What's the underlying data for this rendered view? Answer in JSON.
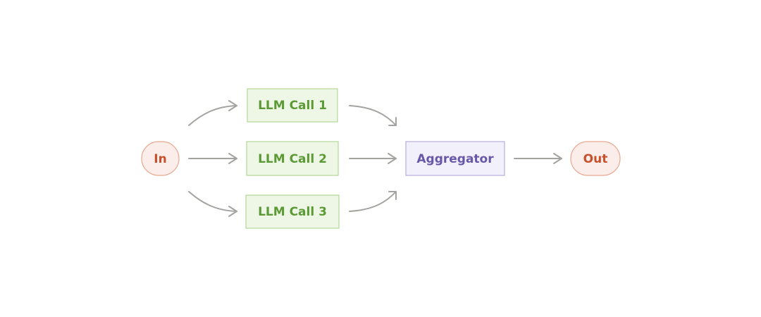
{
  "diagram": {
    "nodes": {
      "input": {
        "label": "In"
      },
      "llm_calls": [
        {
          "label": "LLM Call 1"
        },
        {
          "label": "LLM Call 2"
        },
        {
          "label": "LLM Call 3"
        }
      ],
      "aggregator": {
        "label": "Aggregator"
      },
      "output": {
        "label": "Out"
      }
    },
    "colors": {
      "terminal_fill": "#fbeeea",
      "terminal_stroke": "#e8a88f",
      "terminal_text": "#c8502c",
      "llm_fill": "#eef6e6",
      "llm_stroke": "#b3d898",
      "llm_text": "#5b9a35",
      "aggregator_fill": "#f2f0fa",
      "aggregator_stroke": "#b8addc",
      "aggregator_text": "#6957a8",
      "arrow": "#a3a3a0"
    }
  }
}
